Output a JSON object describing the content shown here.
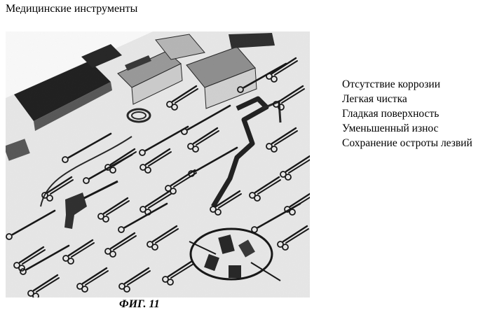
{
  "document": {
    "title": "Медицинские инструменты",
    "features": [
      "Отсутствие коррозии",
      "Легкая чистка",
      "Гладкая поверхность",
      "Уменьшенный износ",
      "Сохранение остроты лезвий"
    ],
    "figure_caption": "ФИГ. 11"
  },
  "photo": {
    "description_icon": "medical-instruments-photo",
    "colors": {
      "ink": "#1a1a1a",
      "paper": "#e9e9e9",
      "mid": "#8a8a8a"
    }
  }
}
